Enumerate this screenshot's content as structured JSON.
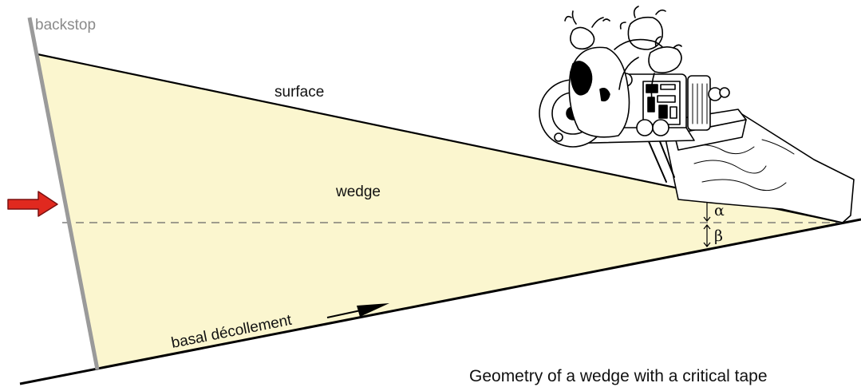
{
  "labels": {
    "backstop": "backstop",
    "surface": "surface",
    "wedge": "wedge",
    "alpha": "α",
    "beta": "β",
    "basal": "basal décollement",
    "caption": "Geometry of a wedge with a critical tape"
  },
  "colors": {
    "wedge_fill": "#fbf6cf",
    "backstop": "#9a9a9a",
    "line": "#000000",
    "push_arrow": "#e0291f",
    "push_arrow_outline": "#7a1010",
    "dashed": "#666666"
  },
  "icons": {
    "push": "red-push-arrow-icon",
    "slip": "slip-direction-arrow-icon",
    "bulldozer": "cow-bulldozer-illustration"
  }
}
